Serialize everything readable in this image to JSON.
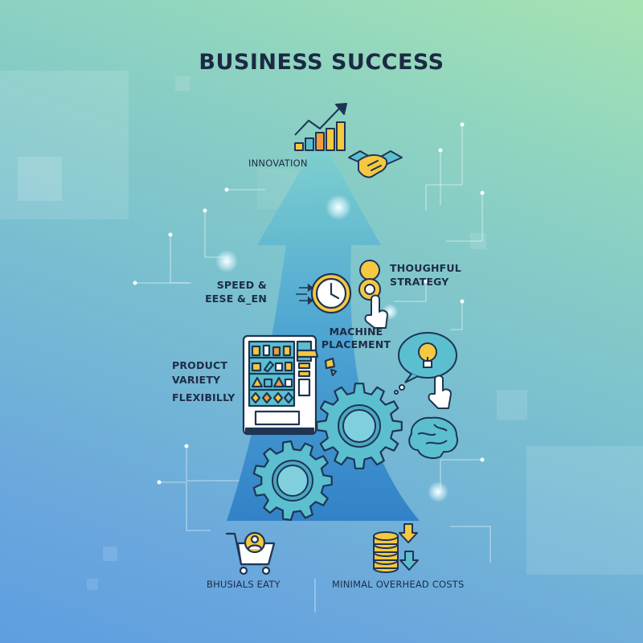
{
  "title": "BUSINESS SUCCESS",
  "labels": {
    "innovation": "INNOVATION",
    "speed": "SPEED &\nEESE &_EN",
    "strategy": "THOUGHFUL\nSTRATEGY",
    "placement": "MACHINE\nPLACEMENT",
    "variety": "PRODUCT\nVARIETY",
    "flexibility": "FLEXIBILLY",
    "business": "BHUSIALS EATY",
    "costs": "MINIMAL OVERHEAD COSTS"
  },
  "colors": {
    "text": "#1d2c45",
    "arrow": "#3b8fc9",
    "gear": "#5bbfd0",
    "accent": "#f5c842",
    "outline": "#1f3553"
  },
  "icons": [
    "growth-chart-icon",
    "handshake-icon",
    "clock-icon",
    "location-pin-icon",
    "lightbulb-icon",
    "pointer-hand-icon",
    "vending-machine-icon",
    "gear-icon",
    "brain-icon",
    "shopping-cart-icon",
    "coin-stack-icon"
  ]
}
